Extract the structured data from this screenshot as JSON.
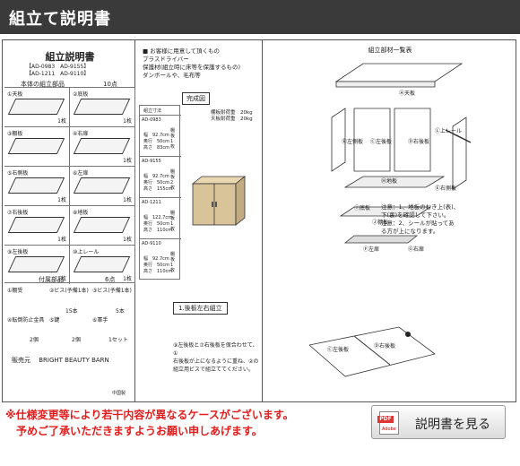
{
  "header": {
    "title": "組立て説明書"
  },
  "left": {
    "doc_title": "組立説明書",
    "models": [
      "【AD-0983　AD-9155】",
      "【AD-1211　AD-9110】"
    ],
    "body_parts_label": "本体の組立部品",
    "body_parts_count": "10点",
    "parts": [
      {
        "label": "①天板",
        "qty": "1枚"
      },
      {
        "label": "②底板",
        "qty": "1枚"
      },
      {
        "label": "③棚板",
        "qty": ""
      },
      {
        "label": "④右扉",
        "qty": "1枚"
      },
      {
        "label": "⑤右側板",
        "qty": "1枚"
      },
      {
        "label": "⑥左扉",
        "qty": "1枚"
      },
      {
        "label": "⑦右後板",
        "qty": "1枚"
      },
      {
        "label": "⑧地板",
        "qty": "1枚"
      },
      {
        "label": "⑨左後板",
        "qty": "1枚"
      },
      {
        "label": "⑩上レール",
        "qty": "1枚"
      }
    ],
    "accessories_label": "付属部品",
    "accessories_count": "6点",
    "accessories": [
      {
        "label": "①棚受"
      },
      {
        "label": "②ビス(予備1本)",
        "qty": "15本"
      },
      {
        "label": "③ビス(予備1本)",
        "qty": "5本"
      },
      {
        "label": "④転倒防止金具",
        "qty": "2個"
      },
      {
        "label": "⑤鍵",
        "qty": "2個"
      },
      {
        "label": "⑥軍手",
        "qty": "1セット"
      }
    ],
    "maker_label": "販売元",
    "maker_name": "BRIGHT BEAUTY BARN",
    "made_in": "中国製"
  },
  "middle": {
    "notes": [
      "■ お客様に用意して頂くもの",
      "プラスドライバー",
      "保護材(組立時に床等を保護するもの)",
      "ダンボールや、毛布等"
    ],
    "finished_label": "完成図",
    "size_label": "組立寸法",
    "sizes": [
      {
        "model": "AD-0983",
        "lines": [
          "幅　92.7cm",
          "奥行　50cm",
          "高さ　83cm"
        ],
        "shelf": "棚板1枚"
      },
      {
        "model": "AD-9155",
        "lines": [
          "幅　92.7cm",
          "奥行　50cm",
          "高さ　155cm"
        ],
        "shelf": "棚板2枚"
      },
      {
        "model": "AD-1211",
        "lines": [
          "幅　122.7cm",
          "奥行　50cm",
          "高さ　110cm"
        ],
        "shelf": "棚板1枚"
      },
      {
        "model": "AD-9110",
        "lines": [
          "幅　92.7cm",
          "奥行　50cm",
          "高さ　110cm"
        ],
        "shelf": "棚板1枚"
      }
    ],
    "weights": [
      "棚板耐荷重　20kg",
      "天板耐荷重　20kg"
    ],
    "step_label": "1.後板左右組立",
    "step_note": [
      "⑨左後板と⑦右後板を保合わせて、①",
      "右後板が上になるように重ね、②の",
      "組立用ビスで組立ててください。"
    ]
  },
  "right": {
    "list_title": "組立部材一覧表",
    "labels": [
      "Ⓐ天板",
      "Ⓑ左側板",
      "Ⓒ左後板",
      "Ⓓ右後板",
      "Ⓔ右側板",
      "Ⓗ地板",
      "Ⓘ底板",
      "Ⓛ上レール",
      "Ⓕ左扉",
      "Ⓖ右扉",
      "Ⓙ棚板"
    ],
    "callouts": [
      "注意：1、地板のむき上(表)、",
      "下(裏)を確認して下さい。",
      "注意：2、シールが貼ってあ",
      "る方が上になります。"
    ],
    "step_labels": [
      "Ⓒ左後板",
      "Ⓓ右後板"
    ]
  },
  "warning": [
    "※仕様変更等により若干内容が異なるケースがございます。",
    "予めご了承いただきますようお願い申しあげます。"
  ],
  "button": {
    "label": "説明書を見る",
    "pdf": "PDF",
    "adobe": "Adobe"
  }
}
